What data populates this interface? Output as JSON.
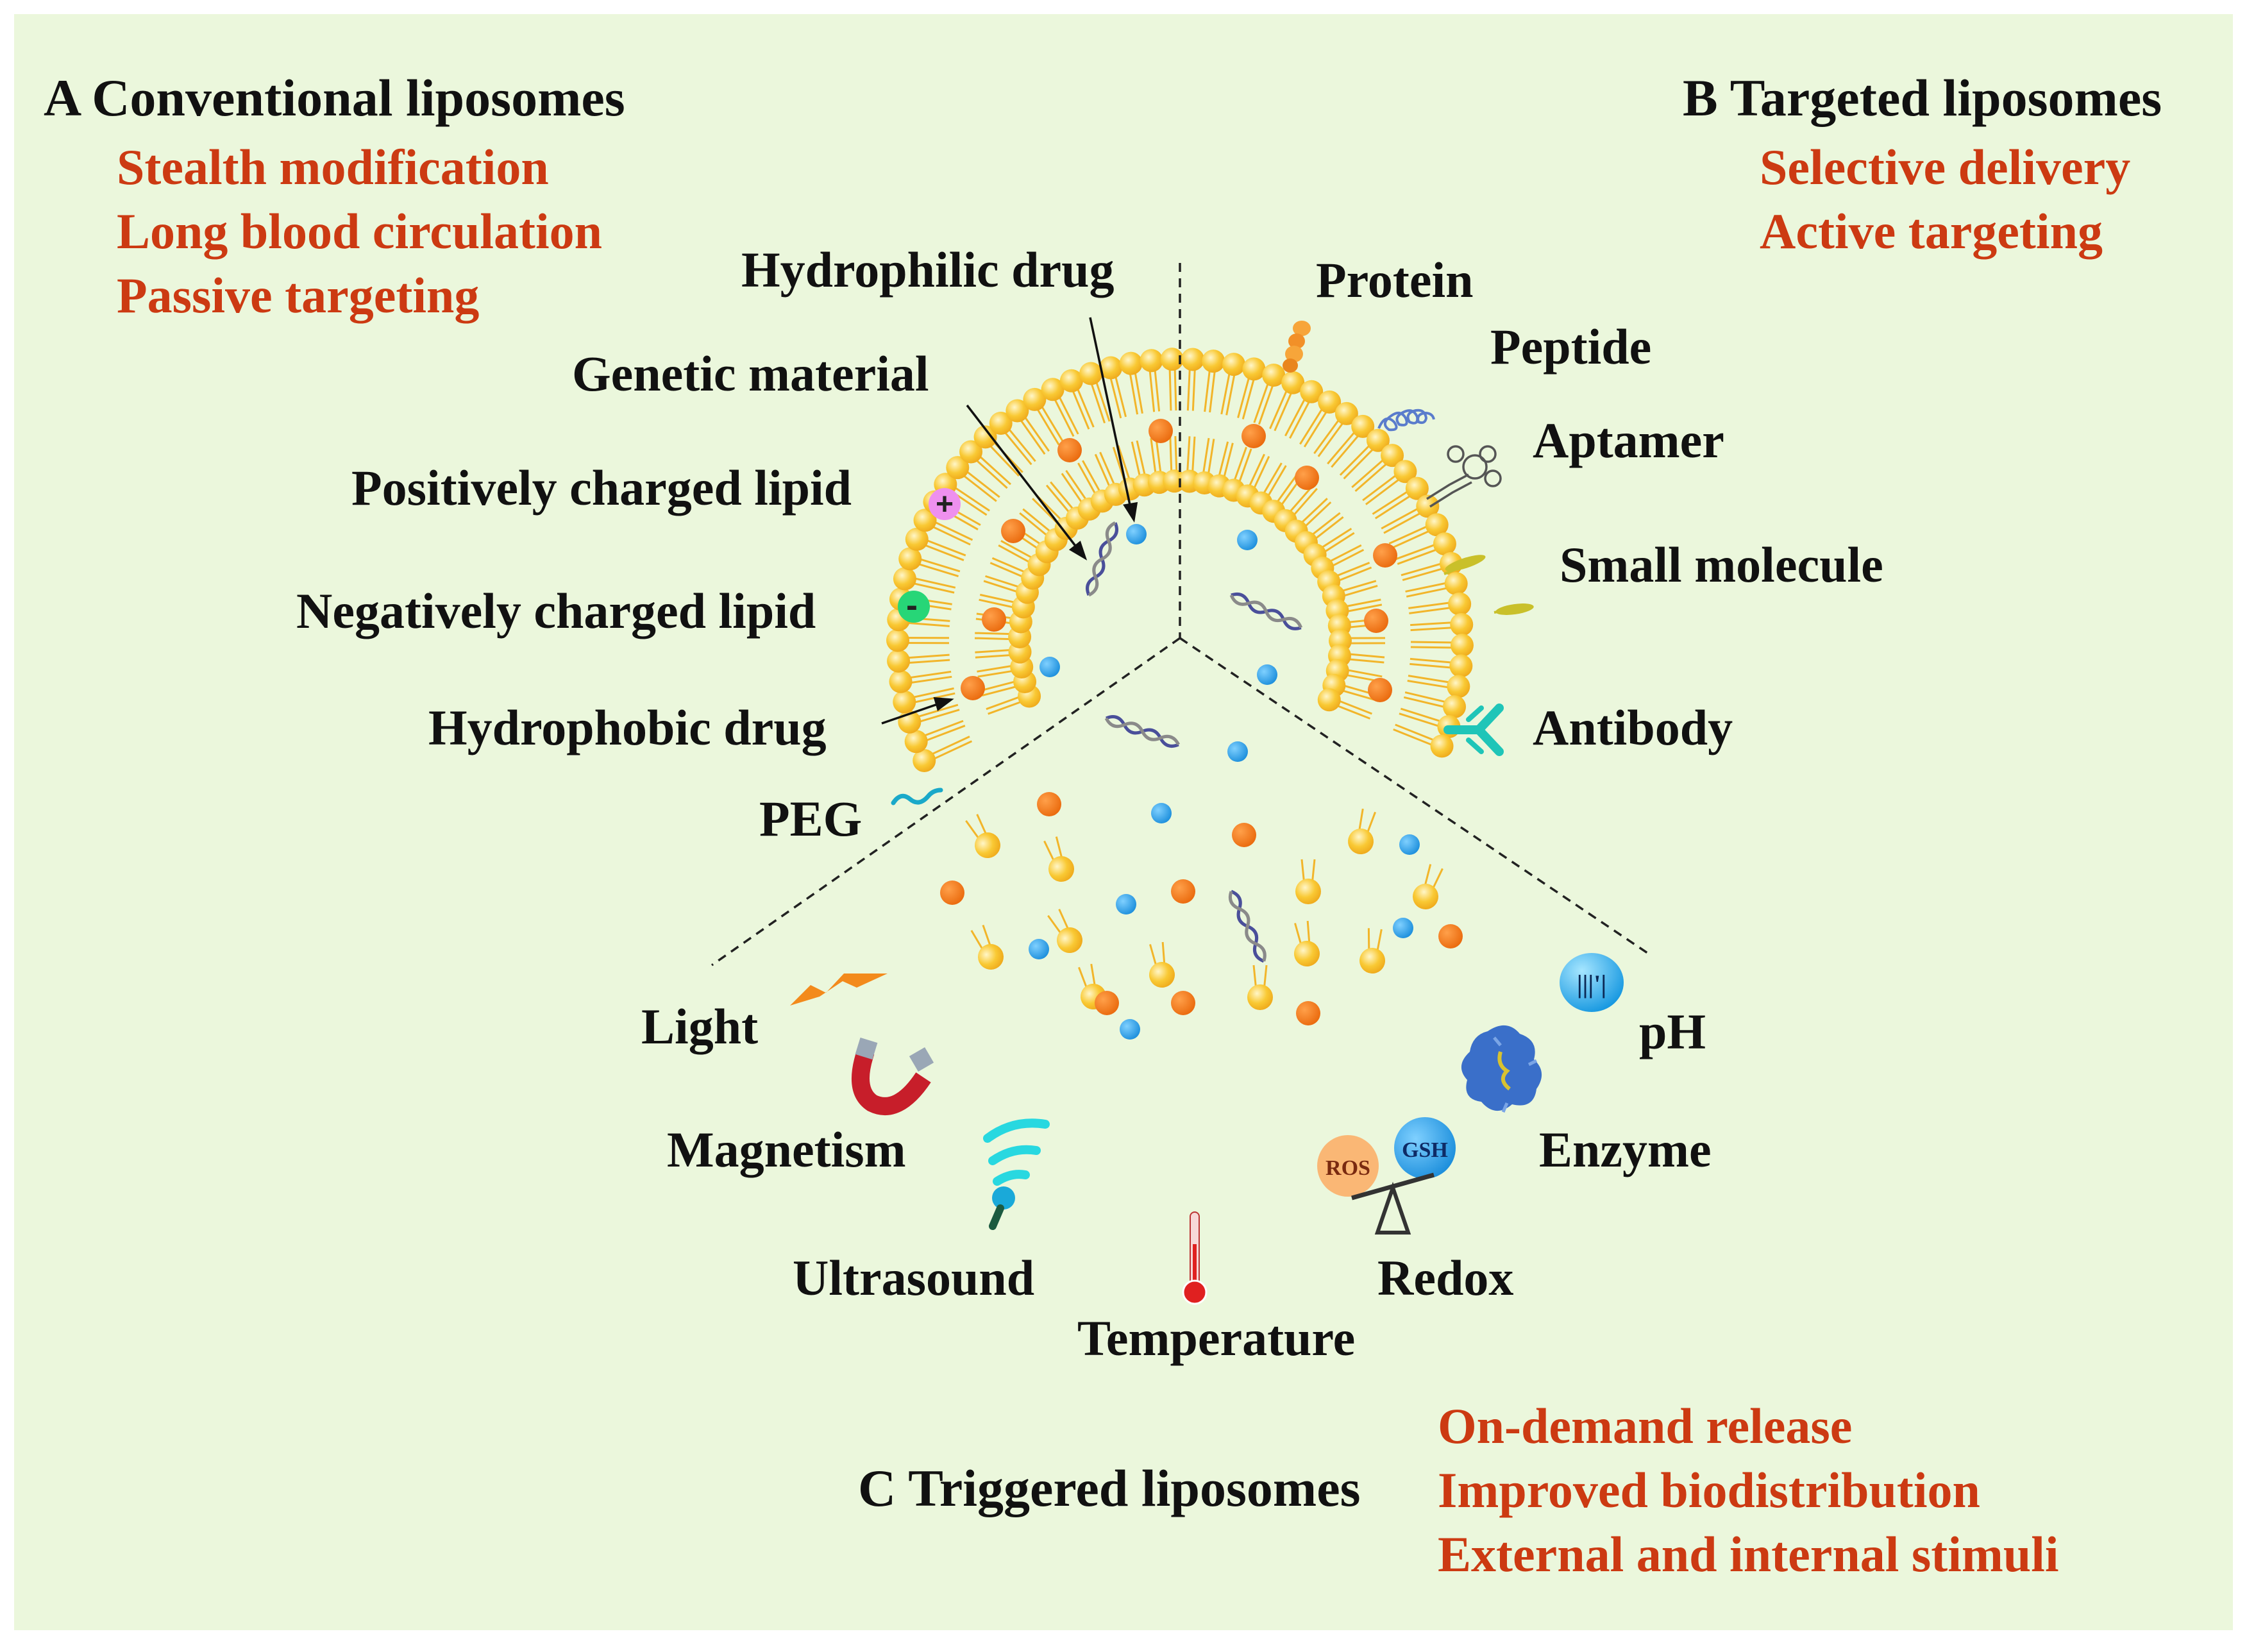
{
  "section_a": {
    "title": "A  Conventional liposomes",
    "features": [
      "Stealth modification",
      "Long blood circulation",
      "Passive targeting"
    ]
  },
  "section_b": {
    "title": "B  Targeted liposomes",
    "features": [
      "Selective delivery",
      "Active targeting"
    ]
  },
  "section_c": {
    "title": "C  Triggered liposomes",
    "features": [
      "On-demand release",
      "Improved biodistribution",
      "External and internal stimuli"
    ]
  },
  "components": {
    "hydrophilic_drug": "Hydrophilic drug",
    "genetic_material": "Genetic material",
    "positive_lipid": "Positively charged lipid",
    "negative_lipid": "Negatively charged lipid",
    "hydrophobic_drug": "Hydrophobic drug",
    "peg": "PEG"
  },
  "ligands": {
    "protein": "Protein",
    "peptide": "Peptide",
    "aptamer": "Aptamer",
    "small_molecule": "Small molecule",
    "antibody": "Antibody"
  },
  "stimuli": {
    "light": "Light",
    "magnetism": "Magnetism",
    "ultrasound": "Ultrasound",
    "temperature": "Temperature",
    "redox": "Redox",
    "enzyme": "Enzyme",
    "ph": "pH"
  },
  "icon_text": {
    "ros": "ROS",
    "gsh": "GSH",
    "ph_symbol": "|||'|",
    "plus": "+",
    "minus": "-"
  },
  "colors": {
    "background": "#ebf7dc",
    "feature_text": "#cc3a12",
    "lipid_head": "#f7c12e",
    "hydrophobic_drug": "#f07613",
    "hydrophilic_drug": "#2fa3ea",
    "antibody": "#1fc5b8"
  }
}
